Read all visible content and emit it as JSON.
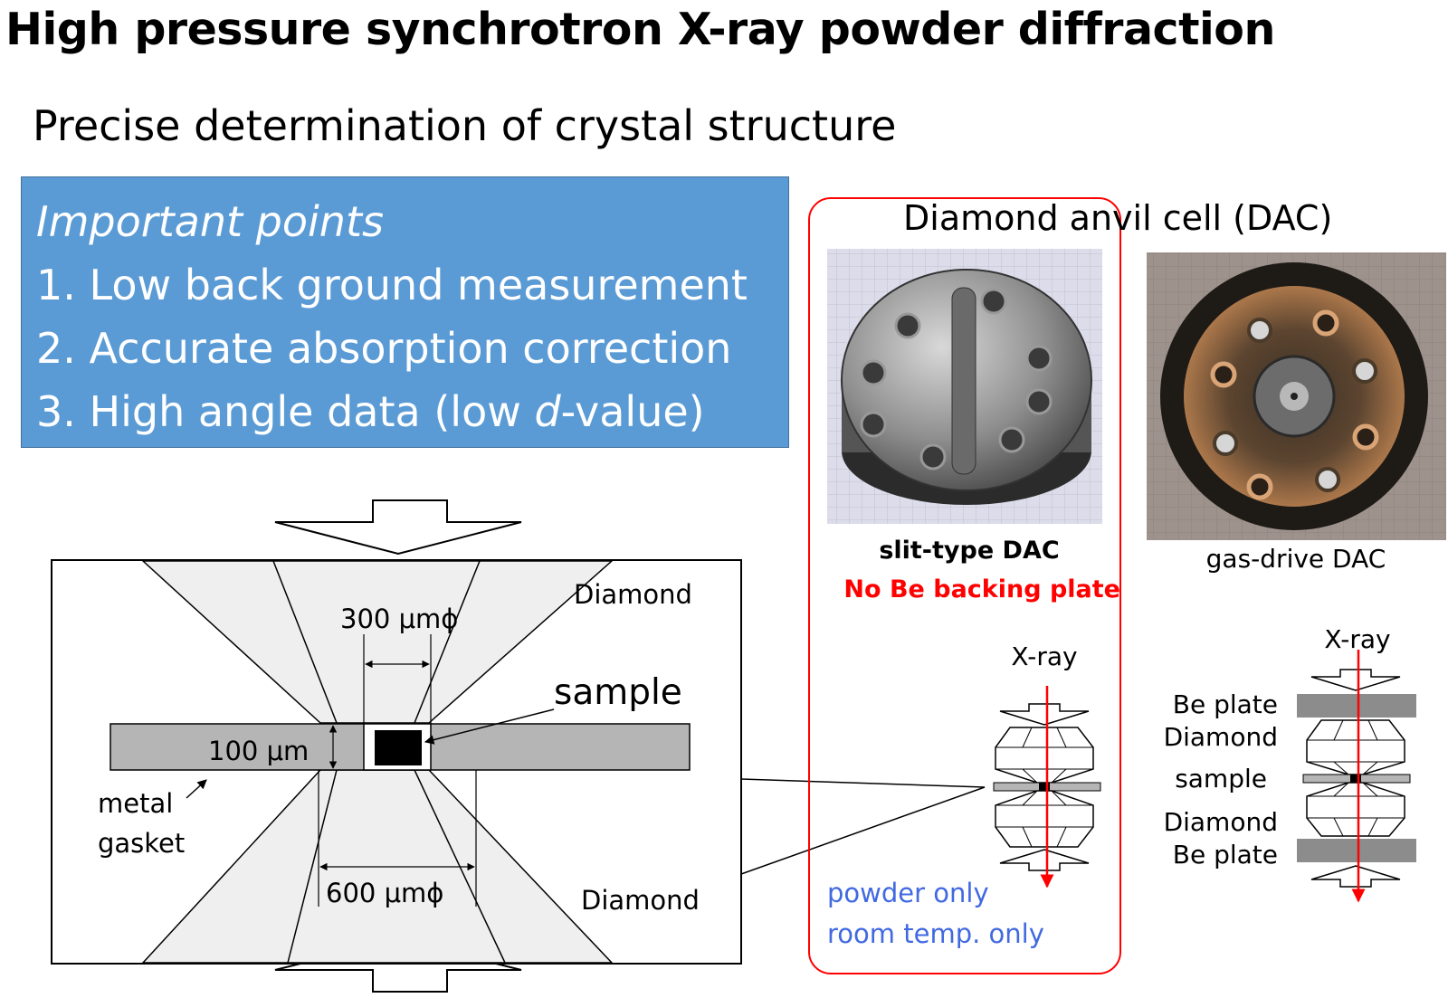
{
  "title": "High pressure synchrotron X-ray powder diffraction",
  "subtitle": "Precise determination of crystal structure",
  "important_points": {
    "heading": "Important points",
    "items": [
      {
        "prefix": "1. Low back ground measurement",
        "italic": "",
        "suffix": ""
      },
      {
        "prefix": "2. Accurate absorption correction",
        "italic": "",
        "suffix": ""
      },
      {
        "prefix": "3. High angle data (low ",
        "italic": "d",
        "suffix": "-value)"
      }
    ],
    "box_color": "#5b9bd5"
  },
  "dac": {
    "heading": "Diamond anvil cell (DAC)",
    "slit_label": "slit-type DAC",
    "slit_note": "No Be backing plate",
    "gas_label": "gas-drive DAC",
    "highlight_color": "#ff0000"
  },
  "schematic": {
    "diamond_top": "Diamond",
    "diamond_bottom": "Diamond",
    "sample": "sample",
    "culet_size": "300 μmϕ",
    "gasket_thickness": "100 μm",
    "table_size": "600 μmϕ",
    "gasket_line1": "metal",
    "gasket_line2": "gasket"
  },
  "slit_diagram": {
    "xray": "X-ray",
    "note1": "powder only",
    "note2": "room temp. only",
    "note_color": "#4169e1"
  },
  "gas_diagram": {
    "xray": "X-ray",
    "be_plate_top": "Be plate",
    "diamond_top": "Diamond",
    "sample": "sample",
    "diamond_bottom": "Diamond",
    "be_plate_bottom": "Be plate"
  }
}
